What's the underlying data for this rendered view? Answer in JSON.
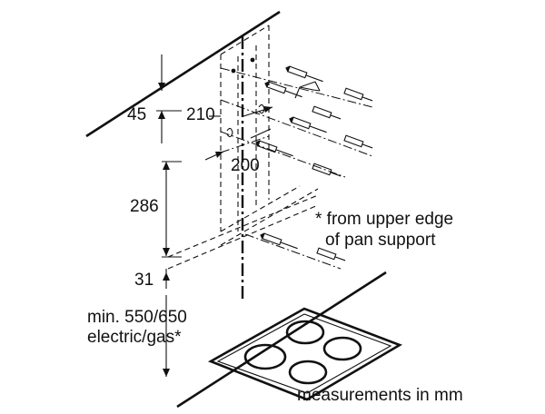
{
  "dimensions": {
    "d45": "45",
    "d210": "210",
    "d200": "200",
    "d286": "286",
    "d31": "31",
    "min_height_line1": "min. 550/650",
    "min_height_line2": "electric/gas*"
  },
  "notes": {
    "footnote_line1": "* from upper edge",
    "footnote_line2": "of pan support",
    "units": "measurements in mm"
  }
}
